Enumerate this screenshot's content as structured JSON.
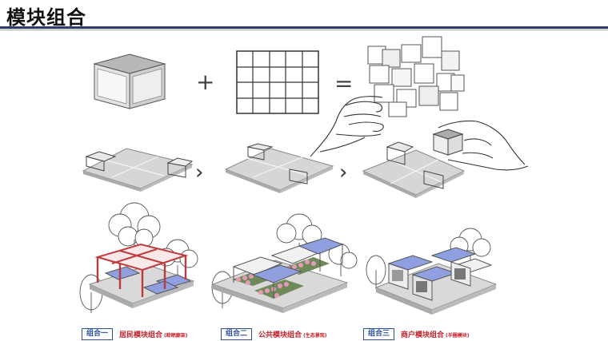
{
  "page": {
    "title": "模块组合"
  },
  "colors": {
    "accent_navy": "#2b3a6b",
    "tag_blue": "#2b4ea0",
    "label_red": "#c8202a",
    "frame_red": "#c0393b",
    "panel_blue": "#8f9fe0",
    "platform_grey": "#d3d3d3"
  },
  "equation": {
    "plus": "+",
    "equals": "=",
    "arrow_1": "›",
    "arrow_2": "›"
  },
  "combinations": [
    {
      "tag": "组合一",
      "name": "居民模块组合",
      "sub": "(晾晒廊架)"
    },
    {
      "tag": "组合二",
      "name": "公共模块组合",
      "sub": "(生态景观)"
    },
    {
      "tag": "组合三",
      "name": "商户模块组合",
      "sub": "(半圈模块)"
    }
  ]
}
